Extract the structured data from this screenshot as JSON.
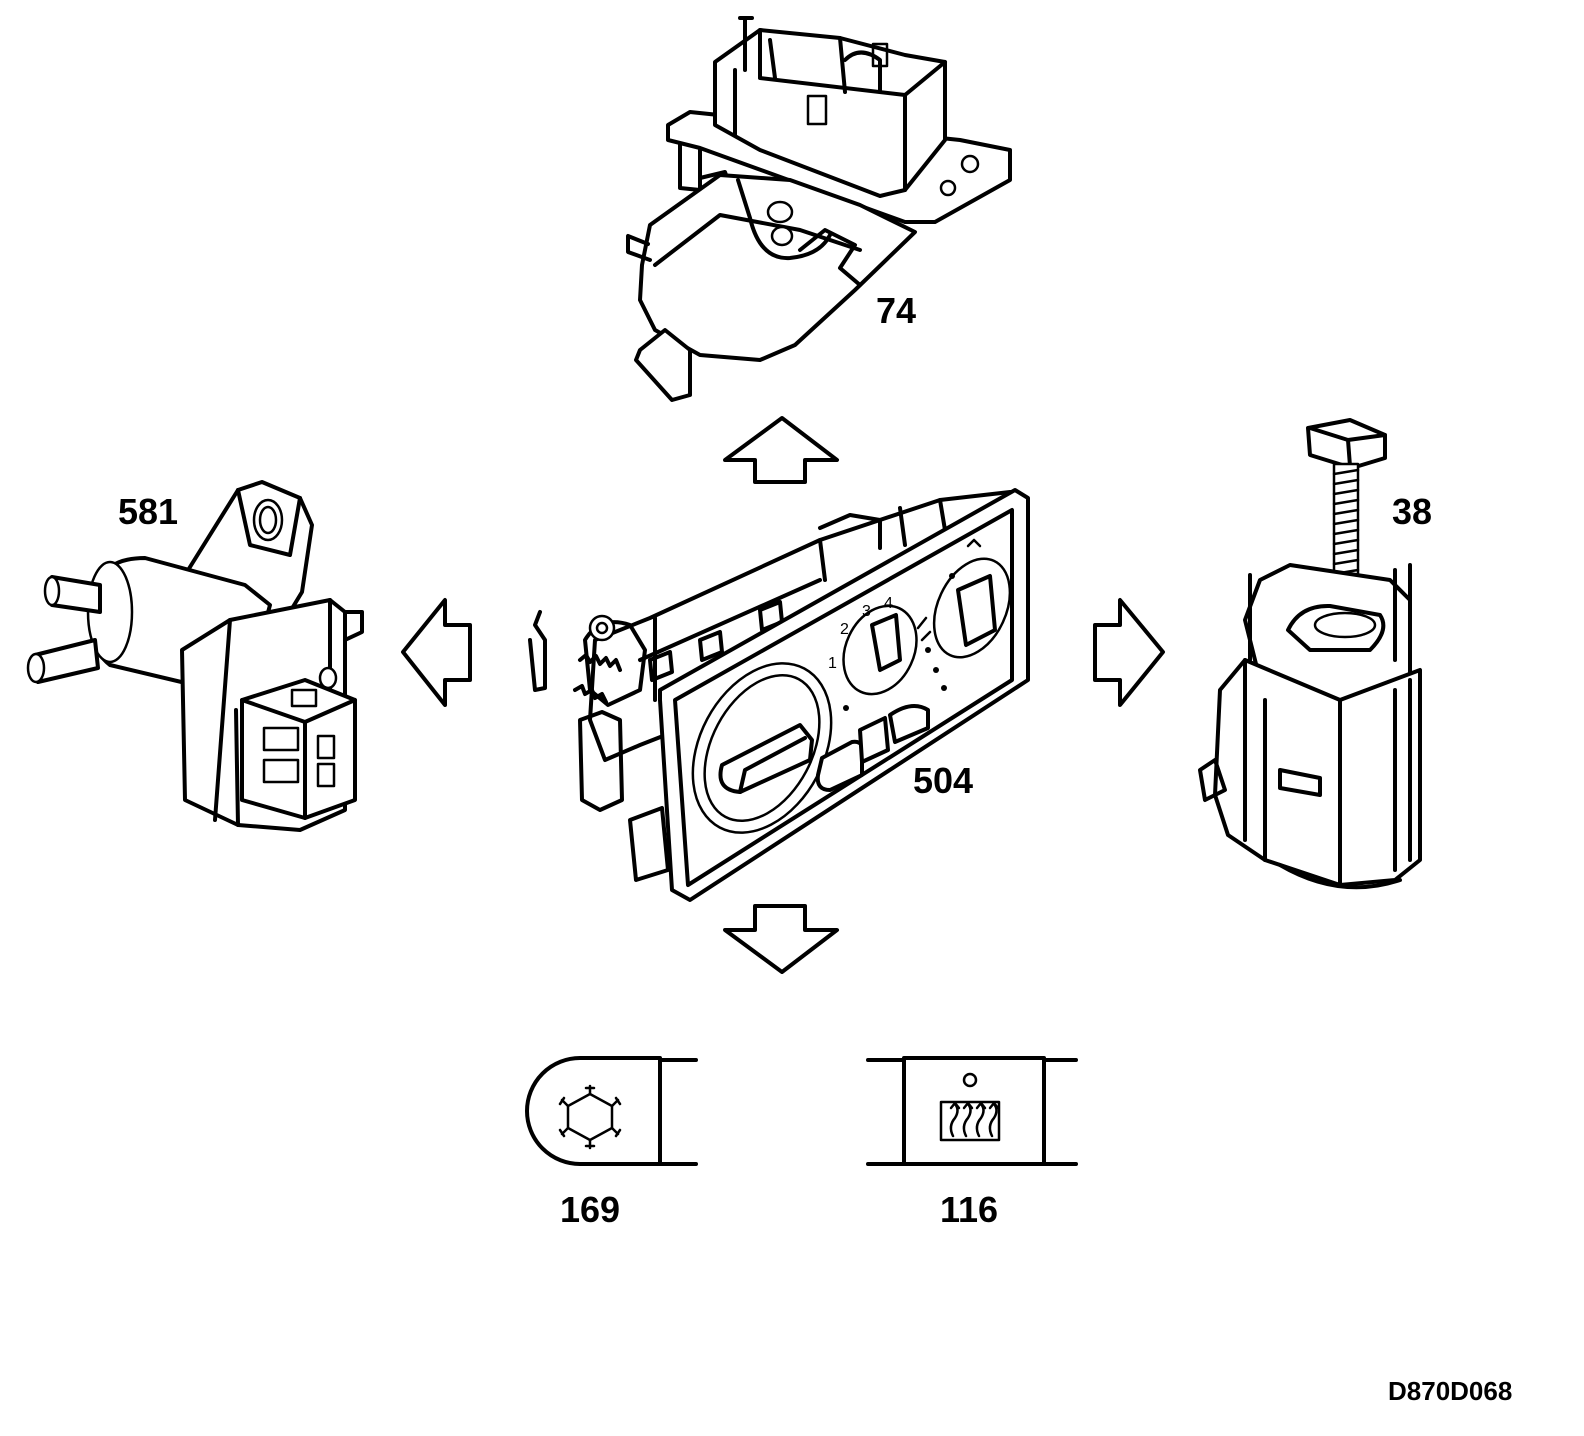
{
  "parts": {
    "blower_resistor": {
      "label": "74"
    },
    "solenoid_valve": {
      "label": "581"
    },
    "control_unit": {
      "label": "504"
    },
    "actuator_motor": {
      "label": "38"
    },
    "ac_button": {
      "label": "169",
      "icon": "snowflake-icon"
    },
    "rear_defrost_button": {
      "label": "116",
      "icon": "rear-defrost-icon"
    }
  },
  "knob_scale": [
    "1",
    "2",
    "3",
    "4"
  ],
  "reference": "D870D068"
}
